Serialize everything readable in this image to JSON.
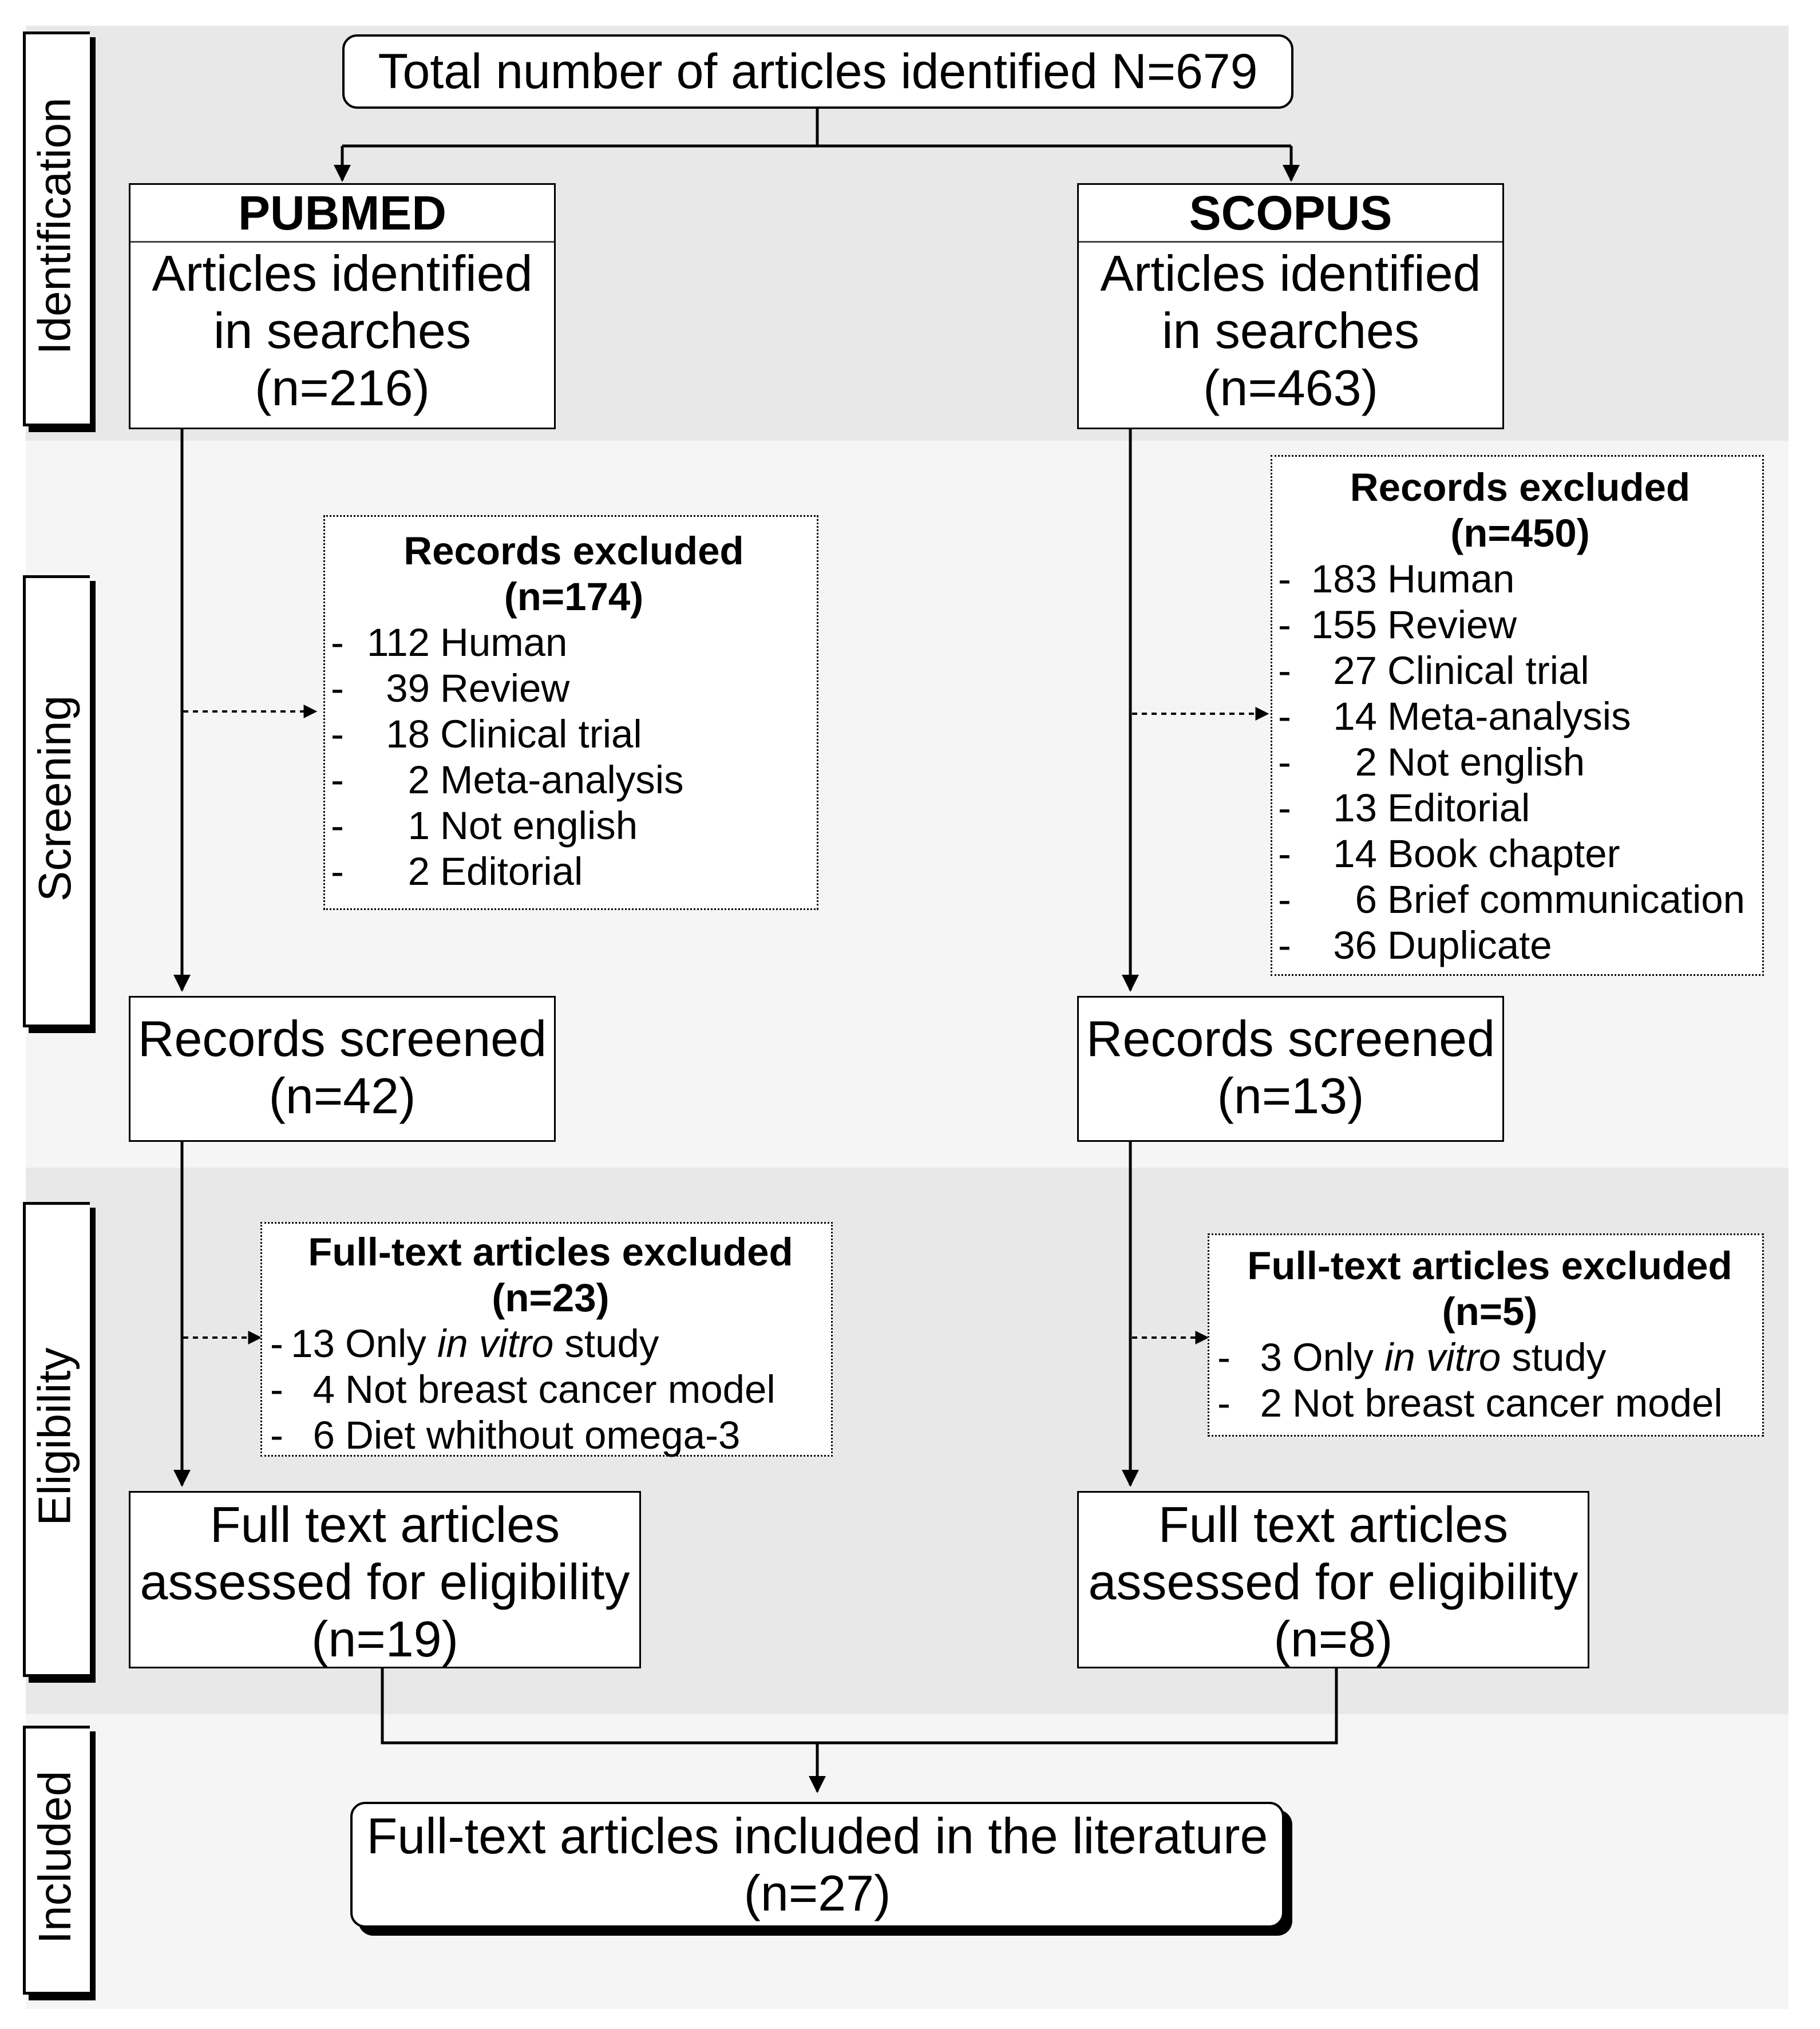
{
  "stages": [
    {
      "label": "Identification"
    },
    {
      "label": "Screening"
    },
    {
      "label": "Eligibility"
    },
    {
      "label": "Included"
    }
  ],
  "colors": {
    "band_light": "#f5f5f5",
    "band_dark": "#e8e8e8",
    "line": "#000000",
    "box_fill": "#ffffff"
  },
  "total": {
    "text": "Total number of articles identified N=679"
  },
  "pubmed": {
    "header": "PUBMED",
    "identified": {
      "line1": "Articles identified",
      "line2": "in searches",
      "count": "(n=216)"
    },
    "excluded": {
      "title": "Records excluded",
      "count": "(n=174)",
      "items": [
        {
          "num": "112",
          "label": "Human"
        },
        {
          "num": "39",
          "label": "Review"
        },
        {
          "num": "18",
          "label": "Clinical trial"
        },
        {
          "num": "2",
          "label": "Meta-analysis"
        },
        {
          "num": "1",
          "label": "Not english"
        },
        {
          "num": "2",
          "label": "Editorial"
        }
      ]
    },
    "screened": {
      "line1": "Records screened",
      "count": "(n=42)"
    },
    "fulltext_excluded": {
      "title": "Full-text articles excluded",
      "count": "(n=23)",
      "items": [
        {
          "num": "13",
          "pre": "Only ",
          "em": "in vitro",
          "post": " study"
        },
        {
          "num": "4",
          "pre": "Not breast cancer model",
          "em": "",
          "post": ""
        },
        {
          "num": "6",
          "pre": "Diet whithout omega-3",
          "em": "",
          "post": ""
        }
      ]
    },
    "assessed": {
      "line1": "Full text articles",
      "line2": "assessed for eligibility",
      "count": "(n=19)"
    }
  },
  "scopus": {
    "header": "SCOPUS",
    "identified": {
      "line1": "Articles identified",
      "line2": "in searches",
      "count": "(n=463)"
    },
    "excluded": {
      "title": "Records excluded",
      "count": "(n=450)",
      "items": [
        {
          "num": "183",
          "label": "Human"
        },
        {
          "num": "155",
          "label": "Review"
        },
        {
          "num": "27",
          "label": "Clinical trial"
        },
        {
          "num": "14",
          "label": "Meta-analysis"
        },
        {
          "num": "2",
          "label": "Not english"
        },
        {
          "num": "13",
          "label": "Editorial"
        },
        {
          "num": "14",
          "label": "Book chapter"
        },
        {
          "num": "6",
          "label": "Brief communication"
        },
        {
          "num": "36",
          "label": "Duplicate"
        }
      ]
    },
    "screened": {
      "line1": "Records screened",
      "count": "(n=13)"
    },
    "fulltext_excluded": {
      "title": "Full-text articles excluded",
      "count": "(n=5)",
      "items": [
        {
          "num": "3",
          "pre": "Only ",
          "em": "in vitro",
          "post": " study"
        },
        {
          "num": "2",
          "pre": "Not breast cancer model",
          "em": "",
          "post": ""
        }
      ]
    },
    "assessed": {
      "line1": "Full text articles",
      "line2": "assessed for eligibility",
      "count": "(n=8)"
    }
  },
  "included": {
    "line1": "Full-text articles included in the literature",
    "count": "(n=27)"
  }
}
